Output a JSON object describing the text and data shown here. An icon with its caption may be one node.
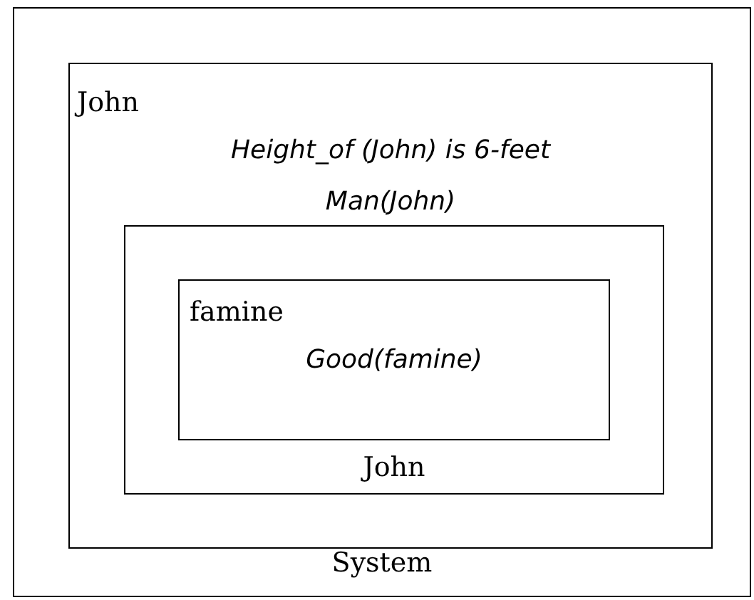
{
  "diagram": {
    "nodes": [
      {
        "text": [
          "System"
        ]
      },
      {
        "text": [
          "John",
          "Height_of (John) is 6-feet",
          "Man(John)"
        ],
        "in": 0
      },
      {
        "text": [
          "John"
        ],
        "in": 1
      },
      {
        "text": [
          "famine",
          "Good(famine)"
        ],
        "in": 2
      }
    ]
  }
}
